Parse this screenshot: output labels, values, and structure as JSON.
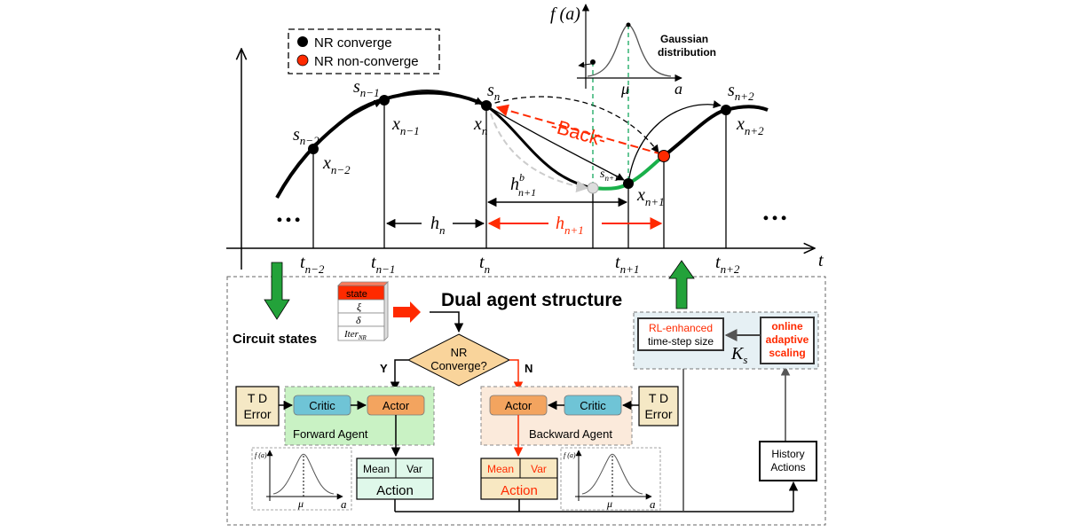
{
  "legend": {
    "converge": "NR converge",
    "nonconverge": "NR non-converge"
  },
  "gaussian_top": {
    "ylabel": "f (a)",
    "xlabel": "a",
    "mu": "μ",
    "caption_line1": "Gaussian",
    "caption_line2": "distribution"
  },
  "timeline": {
    "axis_label": "t",
    "ellipsis_left": "…",
    "ellipsis_right": "…",
    "ticks": [
      {
        "base": "t",
        "sub": "n−2"
      },
      {
        "base": "t",
        "sub": "n−1"
      },
      {
        "base": "t",
        "sub": "n"
      },
      {
        "base": "t",
        "sub": "n+1"
      },
      {
        "base": "t",
        "sub": "n+2"
      }
    ],
    "states": [
      {
        "base": "s",
        "sub": "n−2"
      },
      {
        "base": "s",
        "sub": "n−1"
      },
      {
        "base": "s",
        "sub": "n"
      },
      {
        "base": "s",
        "sub": "n+1"
      },
      {
        "base": "s",
        "sub": "n+2"
      }
    ],
    "solutions": [
      {
        "base": "x",
        "sub": "n−2"
      },
      {
        "base": "x",
        "sub": "n−1"
      },
      {
        "base": "x",
        "sub": "n"
      },
      {
        "base": "x",
        "sub": "n+1"
      },
      {
        "base": "x",
        "sub": "n+2"
      }
    ],
    "back_label": "-Back-",
    "h_n": {
      "base": "h",
      "sub": "n"
    },
    "h_n1": {
      "base": "h",
      "sub": "n+1"
    },
    "h_b": {
      "base": "h",
      "sup": "b",
      "sub": "n+1"
    }
  },
  "bottom": {
    "title": "Dual agent structure",
    "circuit_states": "Circuit states",
    "state_stack": [
      "state",
      "ξ",
      "δ",
      "Iter"
    ],
    "state_stack_sub": "NR",
    "decision_line1": "NR",
    "decision_line2": "Converge?",
    "yes": "Y",
    "no": "N",
    "forward": {
      "td_line1": "T D",
      "td_line2": "Error",
      "critic": "Critic",
      "actor": "Actor",
      "agent_label": "Forward Agent",
      "mean": "Mean",
      "var": "Var",
      "action": "Action"
    },
    "backward": {
      "td_line1": "T D",
      "td_line2": "Error",
      "critic": "Critic",
      "actor": "Actor",
      "agent_label": "Backward Agent",
      "mean": "Mean",
      "var": "Var",
      "action": "Action"
    },
    "mini_gauss": {
      "ylabel": "f (a)",
      "xlabel": "a",
      "mu": "μ"
    },
    "rl_line1": "RL-enhanced",
    "rl_line2": "time-step size",
    "online_line1": "online",
    "online_line2": "adaptive",
    "online_line3": "scaling",
    "ks": {
      "base": "K",
      "sub": "s"
    },
    "history_line1": "History",
    "history_line2": "Actions"
  },
  "colors": {
    "red": "#ff2a00",
    "green_arrow": "#23a23a",
    "green_curve": "#19b04a",
    "forward_bg": "#c9f2c4",
    "backward_bg": "#fbeadb",
    "critic": "#6fc4d6",
    "actor": "#f3a45f",
    "td_bg": "#f5e8c5",
    "decision": "#f9d49b",
    "action_fwd": "#dff8ea",
    "action_bwd": "#f8e8c2",
    "rl_panel": "#e6f0f4"
  }
}
